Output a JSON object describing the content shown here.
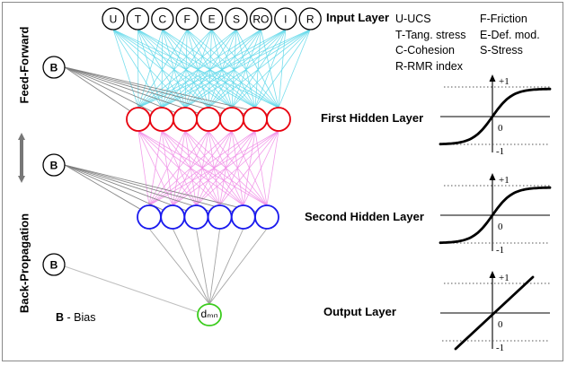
{
  "input_nodes": [
    "U",
    "T",
    "C",
    "F",
    "E",
    "S",
    "RO",
    "I",
    "R"
  ],
  "bias_label": "B",
  "output_node_label": "dₘₙ",
  "colors": {
    "input_node": "#000000",
    "input_links": "#5fd8ea",
    "hidden1_node": "#e8000e",
    "hidden1_links": "#f08be6",
    "hidden2_node": "#1a1aee",
    "output_node": "#3ccc1e",
    "output_links": "#9a9a9a",
    "bias_links": "#7a7a7a"
  },
  "layers": {
    "input": "Input Layer",
    "hidden1": "First Hidden Layer",
    "hidden2": "Second Hidden Layer",
    "output": "Output Layer"
  },
  "legend": {
    "col1": [
      "U-UCS",
      "T-Tang. stress",
      "C-Cohesion",
      "R-RMR index"
    ],
    "col2": [
      "F-Friction",
      "E-Def. mod.",
      "S-Stress"
    ]
  },
  "side": {
    "feed_forward": "Feed-Forward",
    "back_propagation": "Back-Propagation",
    "bias_key_letter": "B",
    "bias_key_text": " - Bias"
  },
  "activation": {
    "plus_one": "+1",
    "zero": "0",
    "minus_one": "-1"
  },
  "icons": [
    "double-arrow-icon"
  ]
}
